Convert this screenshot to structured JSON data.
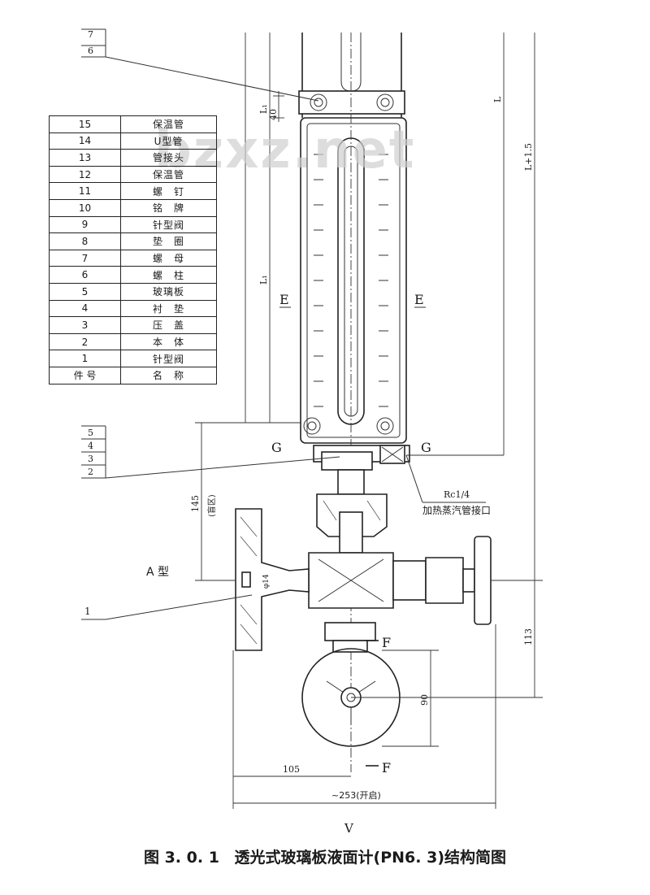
{
  "watermark": "bzxz.net",
  "parts_table": {
    "rows": [
      {
        "no": "15",
        "name": "保温管"
      },
      {
        "no": "14",
        "name": "U型管"
      },
      {
        "no": "13",
        "name": "管接头"
      },
      {
        "no": "12",
        "name": "保温管"
      },
      {
        "no": "11",
        "name": "螺　钉"
      },
      {
        "no": "10",
        "name": "铭　牌"
      },
      {
        "no": "9",
        "name": "针型阀"
      },
      {
        "no": "8",
        "name": "垫　圈"
      },
      {
        "no": "7",
        "name": "螺　母"
      },
      {
        "no": "6",
        "name": "螺　柱"
      },
      {
        "no": "5",
        "name": "玻璃板"
      },
      {
        "no": "4",
        "name": "衬　垫"
      },
      {
        "no": "3",
        "name": "压　盖"
      },
      {
        "no": "2",
        "name": "本　体"
      },
      {
        "no": "1",
        "name": "针型阀"
      }
    ],
    "header": {
      "no": "件 号",
      "name": "名　称"
    }
  },
  "leaders": {
    "top_group": [
      "7",
      "6"
    ],
    "mid_group": [
      "5",
      "4",
      "3",
      "2"
    ],
    "bottom": "1"
  },
  "dimensions": {
    "d40": "40",
    "L1_top": "L₁",
    "L1_mid": "L₁",
    "L_right": "L",
    "L_plus": "L+1.5",
    "d145": "145",
    "blind_zone": "(盲区)",
    "d113": "113",
    "d90": "90",
    "d105": "105",
    "d253": "~253(开启)",
    "phi14": "φ14"
  },
  "section_marks": {
    "E_left": "E",
    "E_right": "E",
    "G_left": "G",
    "G_right": "G",
    "F_top": "F",
    "F_bottom": "F"
  },
  "labels": {
    "rc": "Rc1/4",
    "steam": "加热蒸汽管接口",
    "type_a": "A 型",
    "view": "V"
  },
  "caption": {
    "number": "图 3. 0. 1",
    "title": "透光式玻璃板液面计(PN6. 3)结构简图"
  }
}
